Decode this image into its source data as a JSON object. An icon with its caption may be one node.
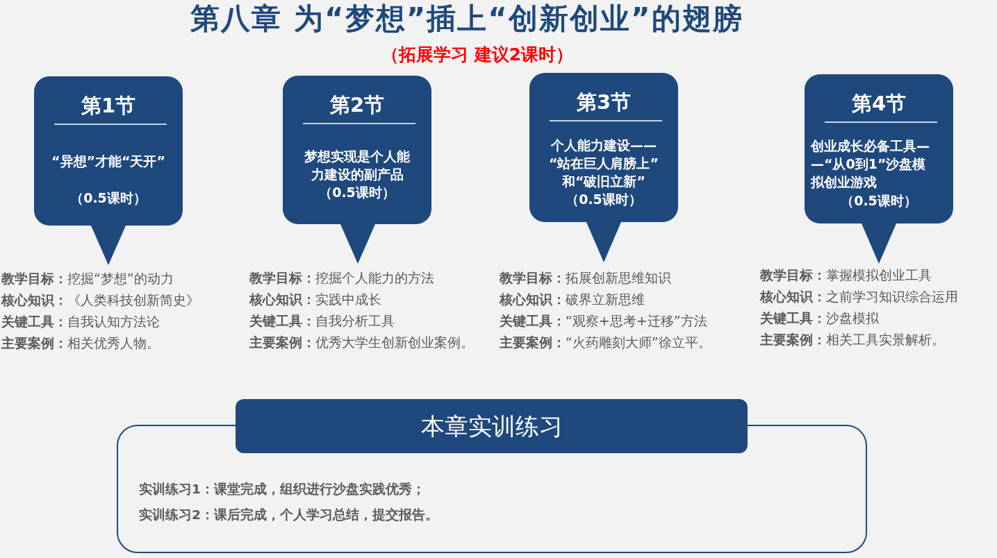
{
  "diagram": {
    "title": "第八章 为“梦想”插上“创新创业”的翅膀",
    "nodes": [
      {
        "text": [
          "第1节",
          "“异想”才能“天开”",
          "（0.5课时）"
        ],
        "beside": [
          "**教学目标：**挖掘“梦想”的动力",
          "**核心知识：**《人类科技创新简史》",
          "**关键工具：**自我认知方法论",
          "**主要案例：**相关优秀人物。"
        ]
      },
      {
        "text": [
          "第2节",
          "梦想实现是个人能力建设的副产品",
          "（0.5课时）"
        ],
        "beside": [
          "**教学目标：**挖掘个人能力的方法",
          "**核心知识：**实践中成长",
          "**关键工具：**自我分析工具",
          "**主要案例：**优秀大学生创新创业案例。"
        ]
      },
      {
        "text": [
          "第3节",
          "个人能力建设——“站在巨人肩膀上”和“破旧立新”",
          "（0.5课时）"
        ],
        "beside": [
          "**教学目标：**拓展创新思维知识",
          "**核心知识：**破界立新思维",
          "**关键工具：**“观察+思考+迁移”方法",
          "**主要案例：**“火药雕刻大师”徐立平。"
        ]
      },
      {
        "text": [
          "第4节",
          "创业成长必备工具——“从0到1”沙盘模拟创业游戏",
          "（0.5课时）"
        ],
        "beside": [
          "**教学目标：**掌握模拟创业工具",
          "**核心知识：**之前学习知识综合运用",
          "**关键工具：**沙盘模拟",
          "**主要案例：**相关工具实景解析。"
        ]
      },
      {
        "text": [
          "本章实训练习"
        ]
      },
      {
        "text": [
          "实训练习1：课堂完成，组织进行沙盘实践优秀；",
          "实训练习2：课后完成，个人学习总结，提交报告。"
        ]
      }
    ],
    "labels": [
      "（拓展学习 建议2课时）"
    ]
  }
}
